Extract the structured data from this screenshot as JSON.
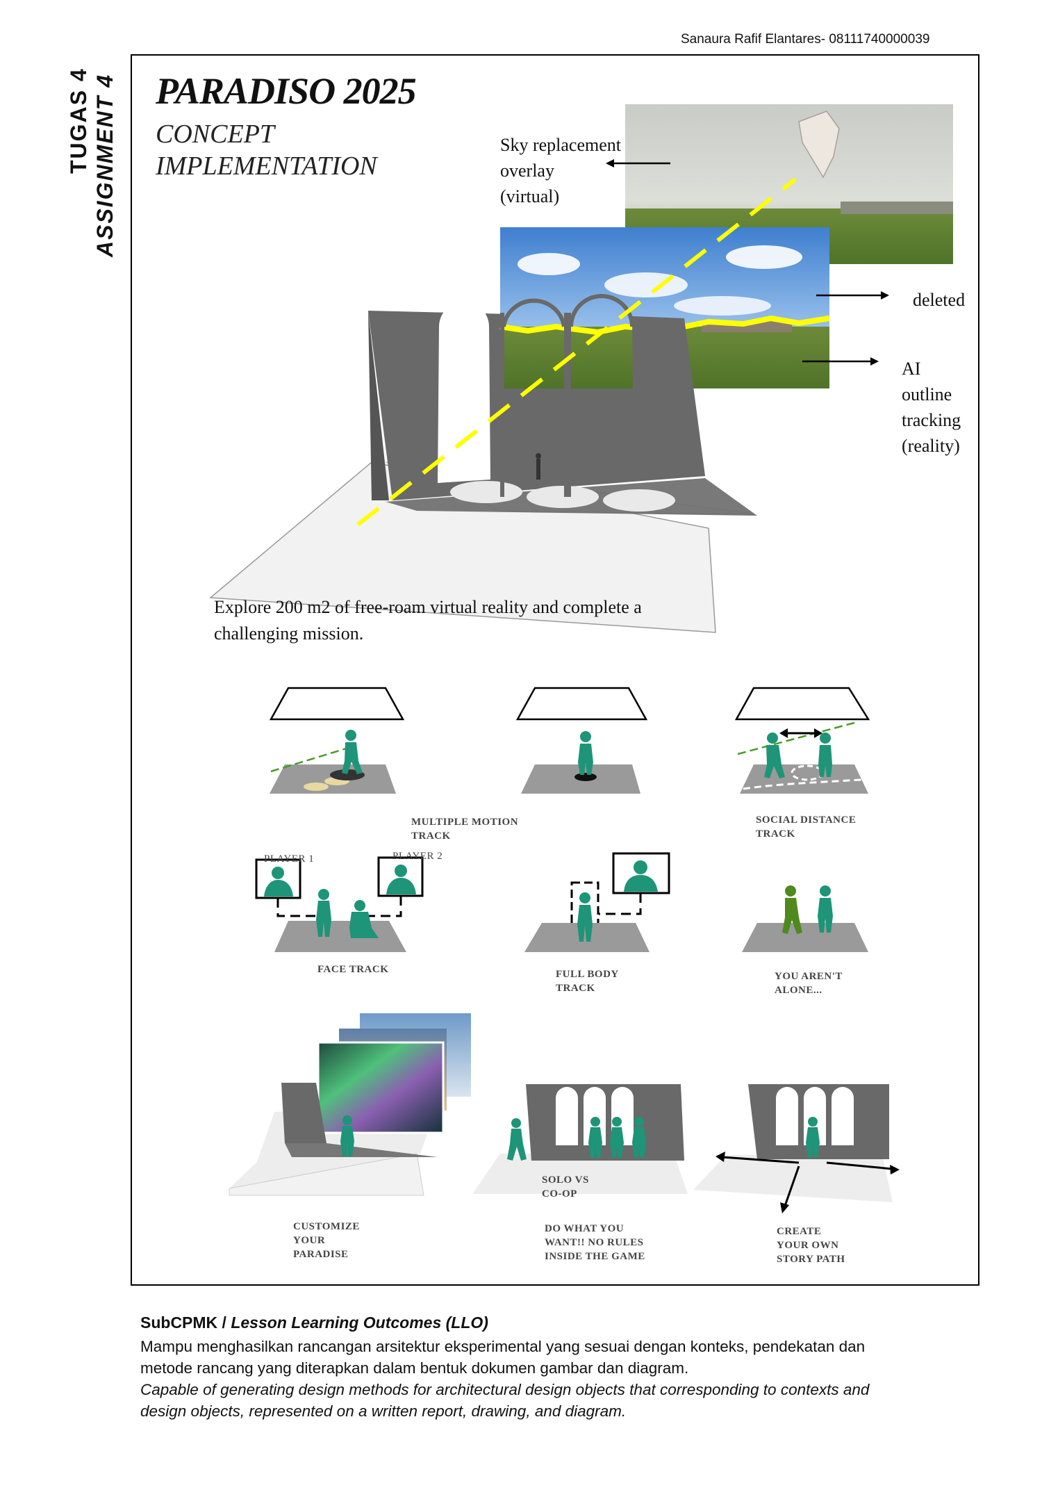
{
  "header": {
    "author": "Sanaura Rafif Elantares- 08111740000039",
    "side_label_1": "TUGAS 4",
    "side_label_2": "ASSIGNMENT 4"
  },
  "title": {
    "main": "PARADISO 2025",
    "sub_line1": "CONCEPT",
    "sub_line2": "IMPLEMENTATION"
  },
  "hero": {
    "sky_line1": "Sky replacement",
    "sky_line2": "overlay",
    "sky_line3": "(virtual)",
    "deleted": "deleted",
    "ai_line1": "AI",
    "ai_line2": "outline",
    "ai_line3": "tracking",
    "ai_line4": "(reality)",
    "explore_line1": "Explore 200 m2 of free-roam virtual reality and complete a",
    "explore_line2": "challenging mission."
  },
  "captions": {
    "multiple_motion_1": "MULTIPLE MOTION",
    "multiple_motion_2": "TRACK",
    "social_distance_1": "SOCIAL DISTANCE",
    "social_distance_2": "TRACK",
    "player1": "PLAYER 1",
    "player2": "PLAYER 2",
    "face_track": "FACE TRACK",
    "full_body_1": "FULL BODY",
    "full_body_2": "TRACK",
    "alone_1": "YOU AREN'T",
    "alone_2": "ALONE...",
    "solo_1": "SOLO  VS",
    "solo_2": "CO-OP",
    "customize_1": "CUSTOMIZE",
    "customize_2": "YOUR",
    "customize_3": "PARADISE",
    "dowhat_1": "DO WHAT YOU",
    "dowhat_2": "WANT!! NO RULES",
    "dowhat_3": "INSIDE THE GAME",
    "create_1": "CREATE",
    "create_2": "YOUR OWN",
    "create_3": "STORY PATH"
  },
  "footer": {
    "heading_a": "SubCPMK / ",
    "heading_b": "Lesson Learning Outcomes (LLO)",
    "indo_line1": "Mampu menghasilkan rancangan arsitektur eksperimental yang sesuai dengan konteks, pendekatan dan",
    "indo_line2": "metode rancang yang diterapkan dalam bentuk dokumen gambar dan diagram.",
    "eng_line1": "Capable of generating design methods for architectural design objects that corresponding to contexts and",
    "eng_line2": "design objects, represented on a written report, drawing, and diagram."
  },
  "colors": {
    "figure_teal": "#1e9478",
    "figure_green": "#4f8a1e",
    "wall_gray": "#6a6a6a",
    "floor_gray": "#9a9a9a",
    "highlight_yellow": "#ffff00"
  }
}
